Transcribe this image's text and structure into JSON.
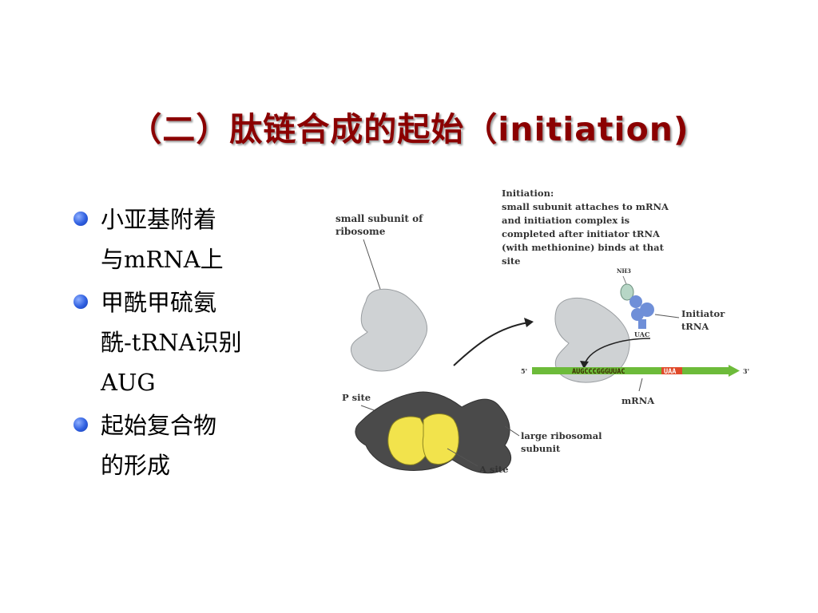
{
  "slide": {
    "title": "（二）肽链合成的起始（initiation)"
  },
  "bullets": [
    {
      "text": "小亚基附着\n与mRNA上"
    },
    {
      "text": "甲酰甲硫氨\n酰-tRNA识别\nAUG"
    },
    {
      "text": "起始复合物\n的形成"
    }
  ],
  "figure": {
    "small_subunit_label": [
      "small subunit of",
      "ribosome"
    ],
    "initiation_note": [
      "Initiation:",
      "small subunit attaches to mRNA",
      "and initiation complex is",
      "completed after initiator tRNA",
      "(with methionine) binds at that",
      "site"
    ],
    "nh3_label": "NH3",
    "anticodon": "UAC",
    "initiator_trna_label": [
      "Initiator",
      "tRNA"
    ],
    "five_prime": "5'",
    "three_prime": "3'",
    "mrna_sequence": "AUGCCCGGGUUAC",
    "stop_codon": "UAA",
    "mrna_label": "mRNA",
    "p_site_label": "P site",
    "large_subunit_label": [
      "large ribosomal",
      "subunit"
    ],
    "a_site_label": "A site"
  },
  "colors": {
    "title": "#8b0000",
    "bullet": "#2f5fe0",
    "subunit_small": "#cfd2d4",
    "subunit_large": "#4a4a4a",
    "sites": "#f2e34c",
    "mrna": "#6dbb3a",
    "stop": "#e04a2a",
    "trna": "#6f8fd8"
  }
}
